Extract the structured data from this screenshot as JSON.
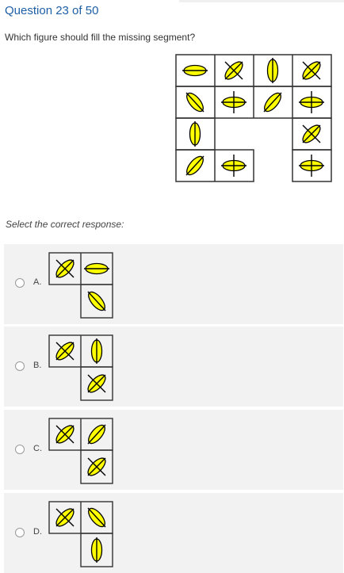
{
  "question": {
    "number_label": "Question 23 of 50",
    "text": "Which figure should fill the missing segment?"
  },
  "prompt": "Select the correct response:",
  "colors": {
    "ellipse_fill": "#ffff00",
    "stroke": "#000000",
    "cell_border": "#333333",
    "accent": "#1d5fa6",
    "option_bg": "#f2f2f2"
  },
  "puzzle": {
    "rows": [
      [
        "ellipse-horizontal-line",
        "ellipse-diagonal-cross",
        "ellipse-vertical-line",
        "ellipse-diagonal-cross"
      ],
      [
        "ellipse-diagonal-down",
        "ellipse-horizontal-vertical",
        "ellipse-diagonal-up",
        "ellipse-horizontal-vertical"
      ],
      [
        "ellipse-vertical-line",
        "missing",
        "missing",
        "ellipse-diagonal-cross"
      ],
      [
        "ellipse-diagonal-up",
        "ellipse-horizontal-vertical",
        "missing",
        "ellipse-horizontal-vertical"
      ]
    ]
  },
  "options": [
    {
      "label": "A.",
      "cells": [
        "ellipse-diagonal-cross",
        "ellipse-horizontal-line",
        "empty",
        "ellipse-diagonal-down"
      ]
    },
    {
      "label": "B.",
      "cells": [
        "ellipse-diagonal-cross",
        "ellipse-vertical-line",
        "empty",
        "ellipse-diagonal-cross"
      ]
    },
    {
      "label": "C.",
      "cells": [
        "ellipse-diagonal-cross",
        "ellipse-diagonal-up",
        "empty",
        "ellipse-diagonal-cross"
      ]
    },
    {
      "label": "D.",
      "cells": [
        "ellipse-diagonal-cross",
        "ellipse-diagonal-down",
        "empty",
        "ellipse-vertical-line"
      ]
    }
  ]
}
